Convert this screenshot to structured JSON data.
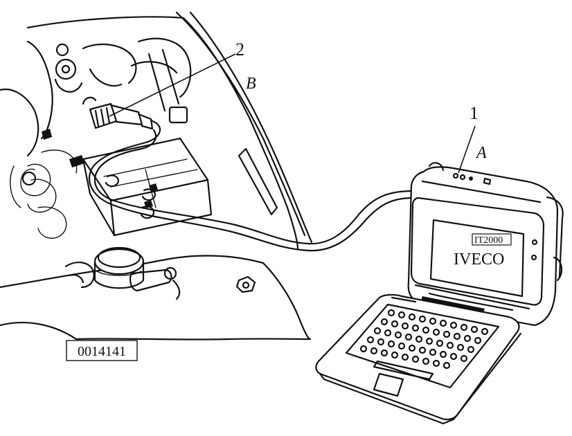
{
  "callouts": {
    "label_1": "1",
    "label_2": "2",
    "label_A": "A",
    "label_B": "B"
  },
  "screen": {
    "tag": "IT2000",
    "brand": "IVECO"
  },
  "reference_code": "0014141"
}
